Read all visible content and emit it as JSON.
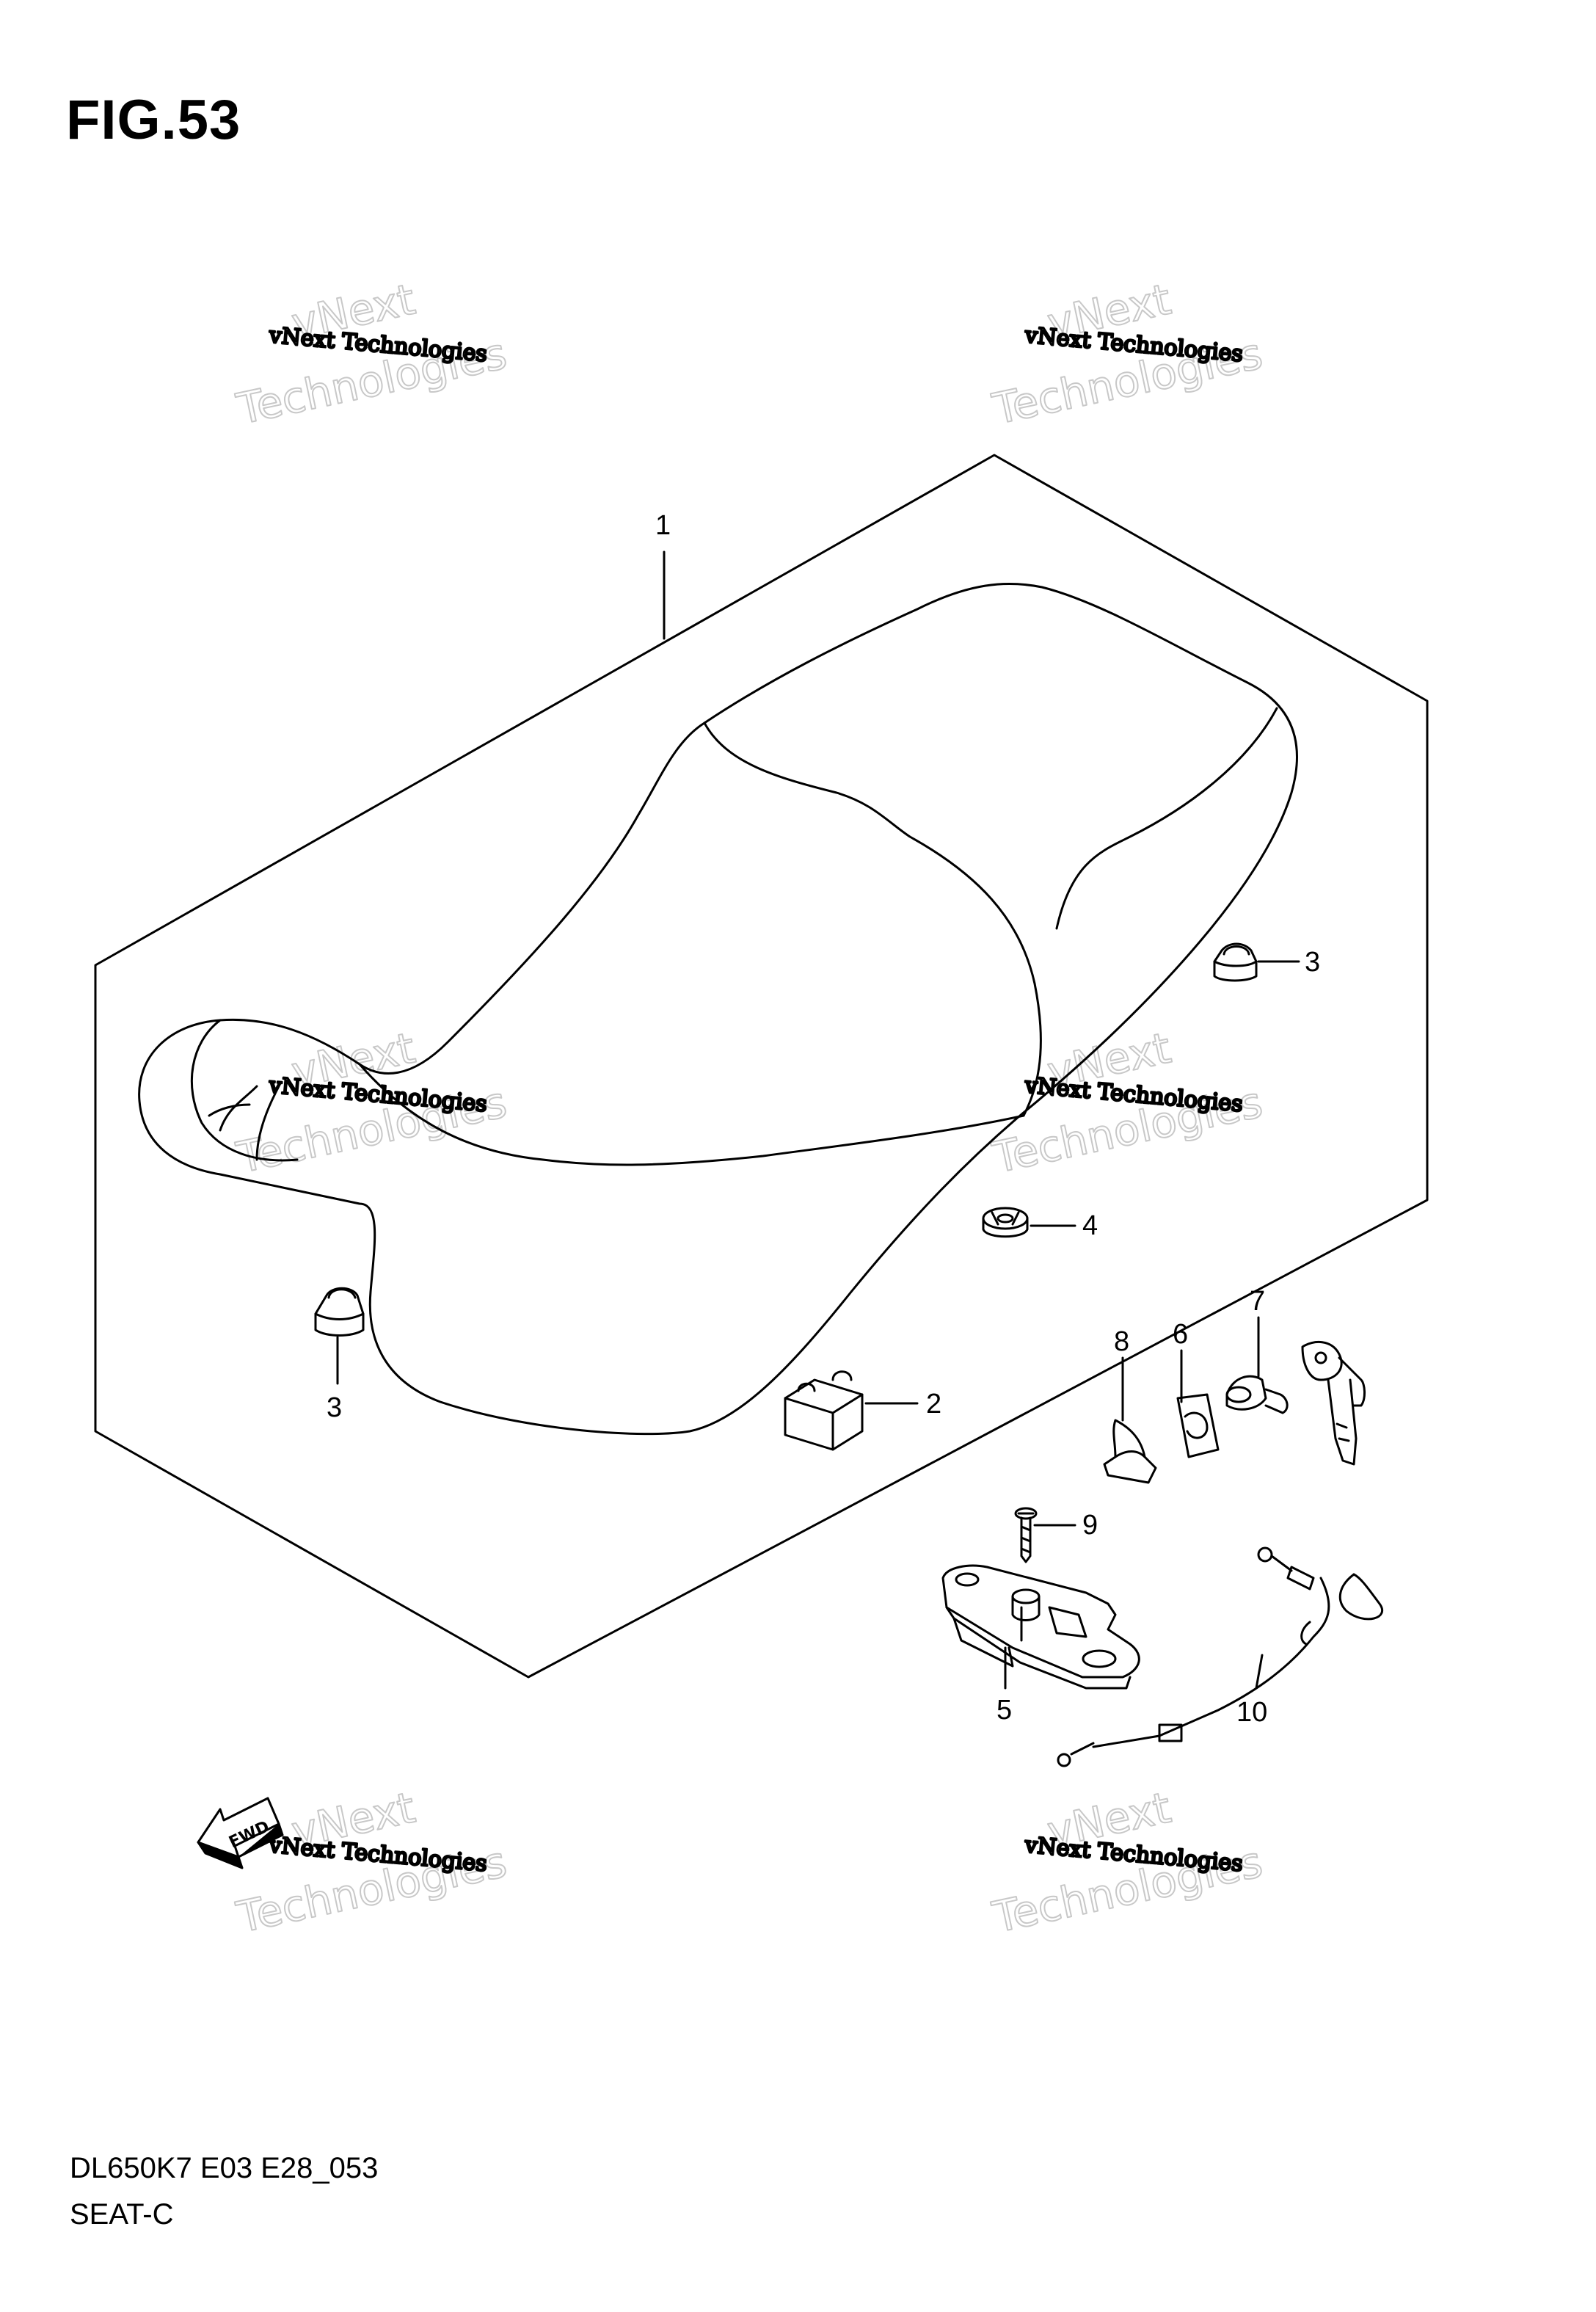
{
  "figure": {
    "title": "FIG.53"
  },
  "callouts": [
    {
      "id": "1",
      "label": "1",
      "part": "seat"
    },
    {
      "id": "2",
      "label": "2",
      "part": "cushion"
    },
    {
      "id": "3a",
      "label": "3",
      "part": "bumper-rear"
    },
    {
      "id": "3b",
      "label": "3",
      "part": "bumper-front"
    },
    {
      "id": "4",
      "label": "4",
      "part": "nut"
    },
    {
      "id": "5",
      "label": "5",
      "part": "lock-bracket"
    },
    {
      "id": "6",
      "label": "6",
      "part": "clip"
    },
    {
      "id": "7",
      "label": "7",
      "part": "lock-set"
    },
    {
      "id": "8",
      "label": "8",
      "part": "holder"
    },
    {
      "id": "9",
      "label": "9",
      "part": "screw"
    },
    {
      "id": "10",
      "label": "10",
      "part": "cable"
    }
  ],
  "fwd_arrow": {
    "label": "FWD"
  },
  "watermark": {
    "line1": "vNext Technologies",
    "line2": "vNext",
    "line3": "Technologies"
  },
  "footer": {
    "code": "DL650K7 E03 E28_053",
    "name": "SEAT-C"
  }
}
